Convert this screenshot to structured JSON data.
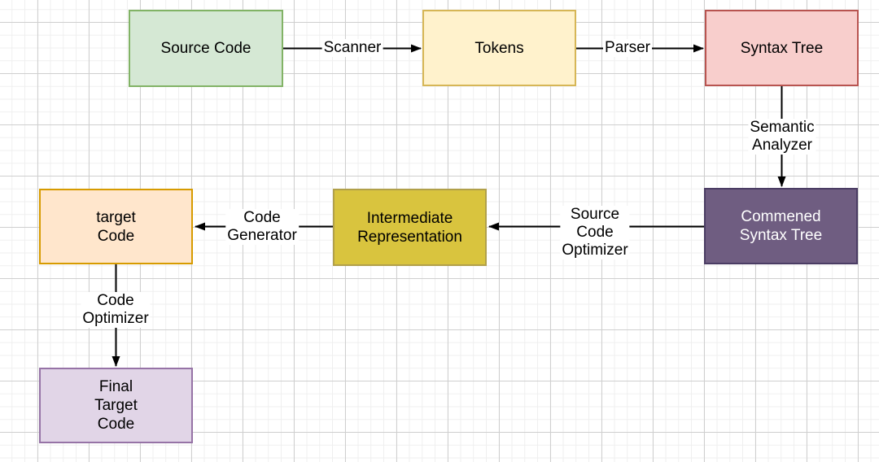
{
  "diagram": {
    "type": "flowchart",
    "background": {
      "color": "#ffffff",
      "grid_minor_color": "#efefef",
      "grid_major_color": "#cfcfcf"
    },
    "edge_color": "#000000",
    "nodes": [
      {
        "id": "source-code",
        "label": "Source Code",
        "fill": "#d5e8d4",
        "stroke": "#82b366",
        "text_color": "#000000"
      },
      {
        "id": "tokens",
        "label": "Tokens",
        "fill": "#fff2cc",
        "stroke": "#d6b656",
        "text_color": "#000000"
      },
      {
        "id": "syntax-tree",
        "label": "Syntax Tree",
        "fill": "#f8cecc",
        "stroke": "#b85450",
        "text_color": "#000000"
      },
      {
        "id": "commened-syntax-tree",
        "label": "Commened\nSyntax Tree",
        "fill": "#6f5d81",
        "stroke": "#4a3c63",
        "text_color": "#ffffff"
      },
      {
        "id": "intermediate-representation",
        "label": "Intermediate\nRepresentation",
        "fill": "#d9c43e",
        "stroke": "#b1a04a",
        "text_color": "#000000"
      },
      {
        "id": "target-code",
        "label": "target\nCode",
        "fill": "#ffe6cc",
        "stroke": "#d79b00",
        "text_color": "#000000"
      },
      {
        "id": "final-target-code",
        "label": "Final\nTarget\nCode",
        "fill": "#e1d5e7",
        "stroke": "#9673a6",
        "text_color": "#000000"
      }
    ],
    "edges": [
      {
        "id": "scanner",
        "label": "Scanner",
        "from": "source-code",
        "to": "tokens",
        "direction": "right"
      },
      {
        "id": "parser",
        "label": "Parser",
        "from": "tokens",
        "to": "syntax-tree",
        "direction": "right"
      },
      {
        "id": "semantic-analyzer",
        "label": "Semantic\nAnalyzer",
        "from": "syntax-tree",
        "to": "commened-syntax-tree",
        "direction": "down"
      },
      {
        "id": "source-code-optimizer",
        "label": "Source\nCode\nOptimizer",
        "from": "commened-syntax-tree",
        "to": "intermediate-representation",
        "direction": "left"
      },
      {
        "id": "code-generator",
        "label": "Code\nGenerator",
        "from": "intermediate-representation",
        "to": "target-code",
        "direction": "left"
      },
      {
        "id": "code-optimizer",
        "label": "Code\nOptimizer",
        "from": "target-code",
        "to": "final-target-code",
        "direction": "down"
      }
    ]
  }
}
